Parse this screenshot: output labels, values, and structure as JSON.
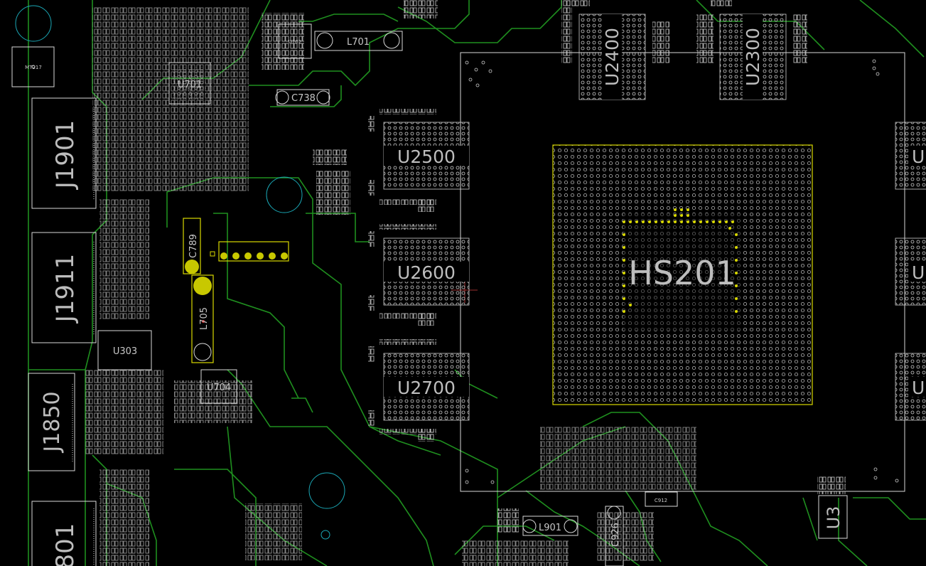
{
  "board": {
    "components": {
      "hs201": "HS201",
      "u2500": "U2500",
      "u2600": "U2600",
      "u2700": "U2700",
      "u2400": "U2400",
      "u2300": "U2300",
      "j1901": "J1901",
      "j1911": "J1911",
      "j1850": "J1850",
      "j1801": "801",
      "u303": "U303",
      "mt217": "MT217",
      "u702": "U702",
      "l701": "L701",
      "c738": "C738",
      "c789": "C789",
      "l705": "L705",
      "u704": "U704",
      "l901": "L901",
      "c926": "C926",
      "c912": "C912",
      "u701": "U701",
      "u3": "U3",
      "u_edge": "U"
    },
    "colors": {
      "background": "#000000",
      "trace": "#1f8f1f",
      "outline": "#d9d9d9",
      "highlight": "#d8d800",
      "hole": "#1aa7b5"
    }
  }
}
